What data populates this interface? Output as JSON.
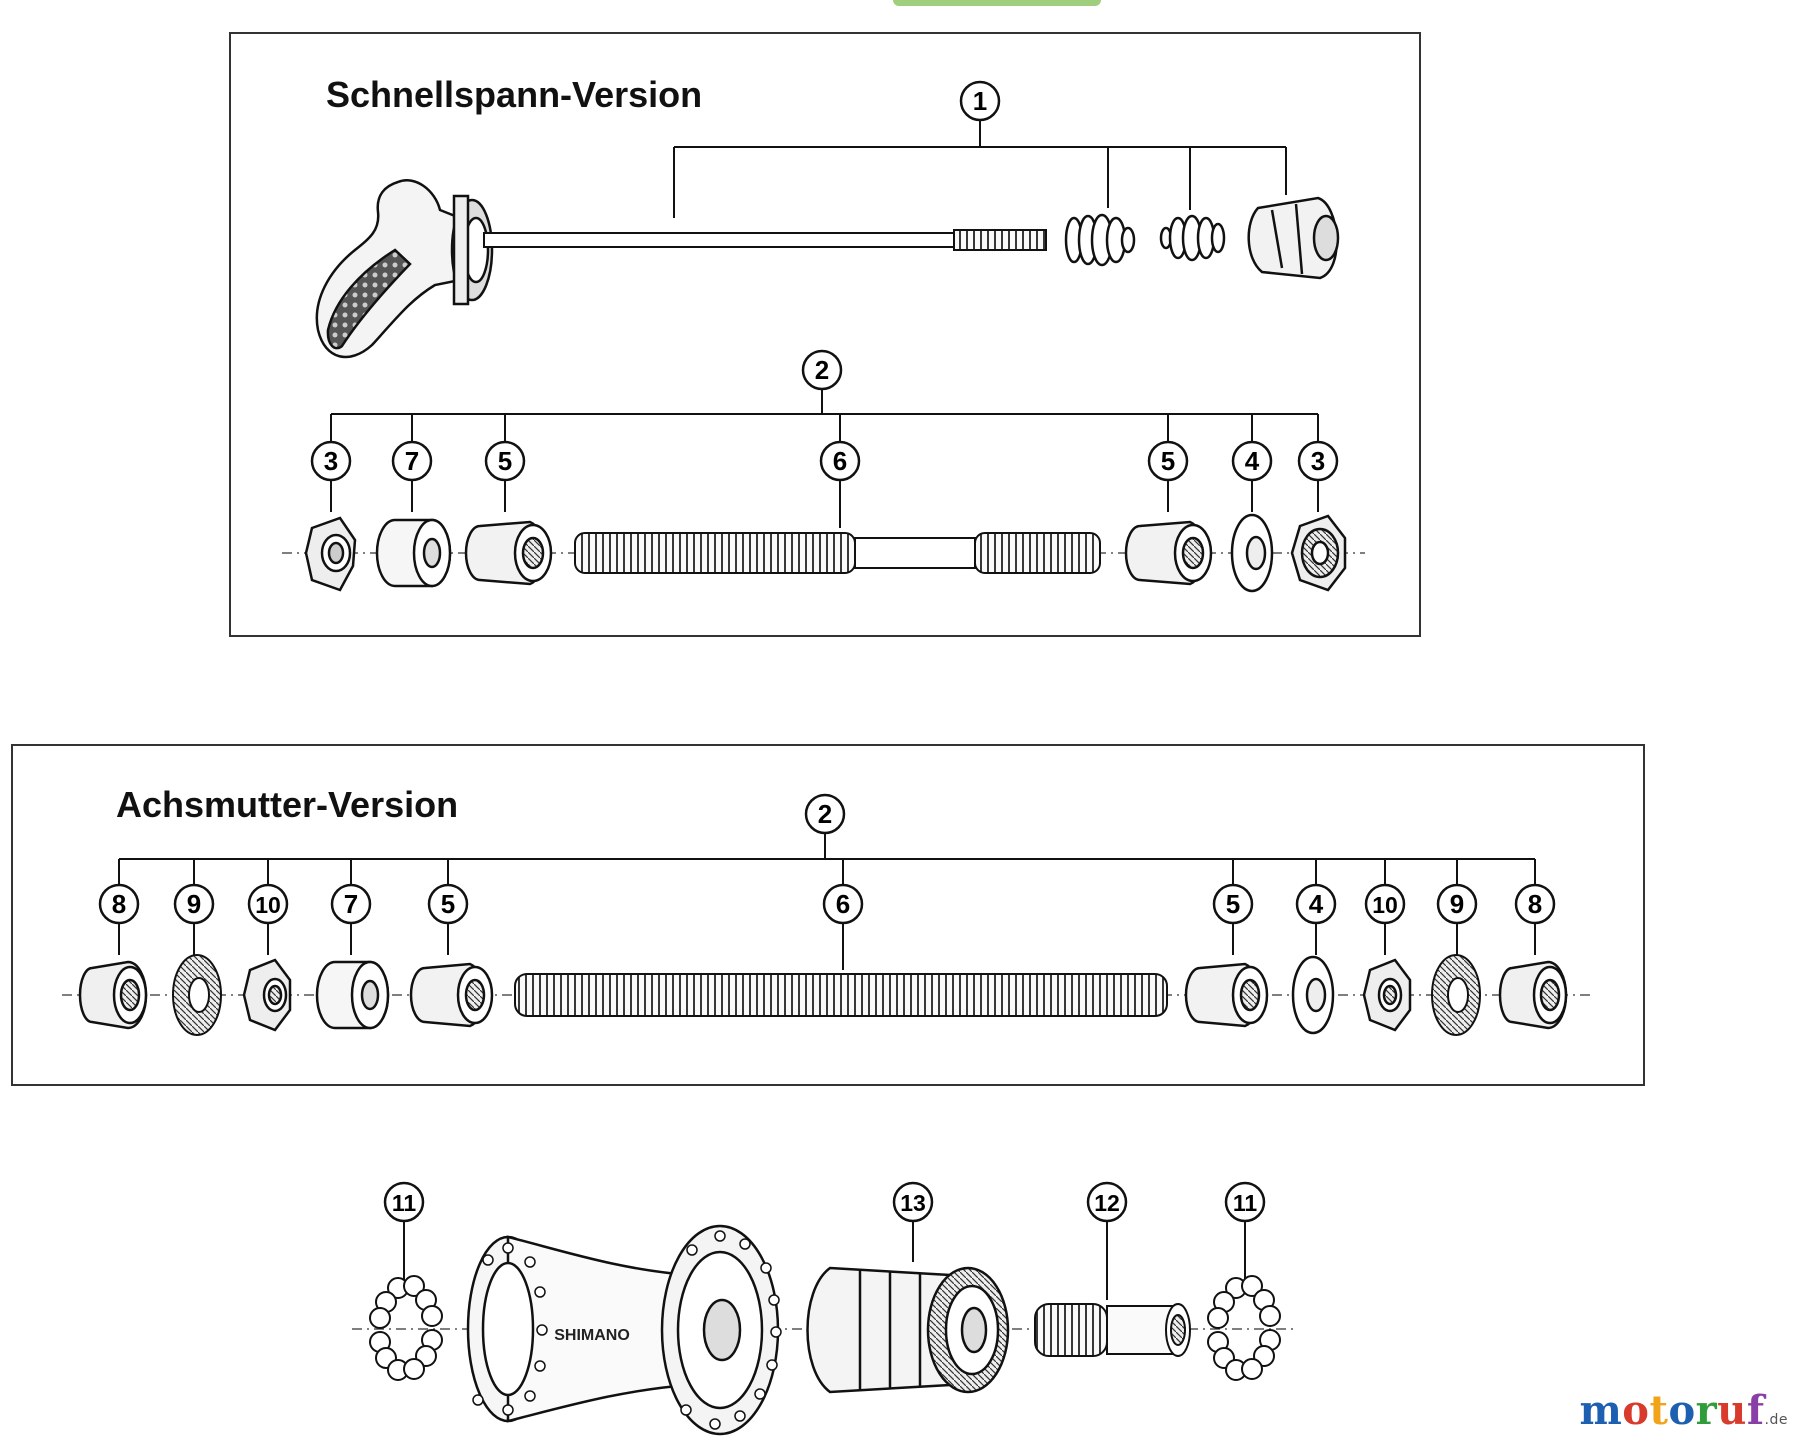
{
  "sections": {
    "quick_release": {
      "title": "Schnellspann-Version"
    },
    "axle_nut": {
      "title": "Achsmutter-Version"
    }
  },
  "callouts": {
    "qr_assembly": "1",
    "qr_hub_axle": "2",
    "qr_row": [
      "3",
      "7",
      "5",
      "6",
      "5",
      "4",
      "3"
    ],
    "nut_hub_axle": "2",
    "nut_row": [
      "8",
      "9",
      "10",
      "7",
      "5",
      "6",
      "5",
      "4",
      "10",
      "9",
      "8"
    ],
    "hub_row": [
      "11",
      "13",
      "12",
      "11"
    ]
  },
  "hub": {
    "brand": "SHIMANO"
  },
  "logo": {
    "text": "motoruf",
    "suffix": ".de",
    "letter_colors": [
      "#1d5fb0",
      "#d83b2b",
      "#f2a419",
      "#1d5fb0",
      "#2f9d3a",
      "#d83b2b",
      "#8a3fa6"
    ]
  },
  "accent_color": "#9fce7f"
}
